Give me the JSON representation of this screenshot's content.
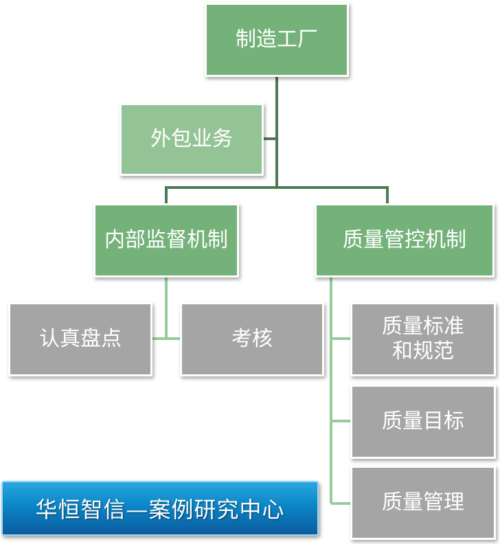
{
  "nodes": {
    "root": "制造工厂",
    "outsourcing": "外包业务",
    "internal": "内部监督机制",
    "quality": "质量管控机制",
    "inventory": "认真盘点",
    "assessment": "考核",
    "standards": "质量标准\n和规范",
    "targets": "质量目标",
    "management": "质量管理"
  },
  "banner": "华恒智信—案例研究中心",
  "colors": {
    "dark_green": "#74b27a",
    "light_green": "#94c496",
    "gray": "#a5a5a5",
    "line_dark": "#4e7a55",
    "line_light": "#96cc9c"
  }
}
